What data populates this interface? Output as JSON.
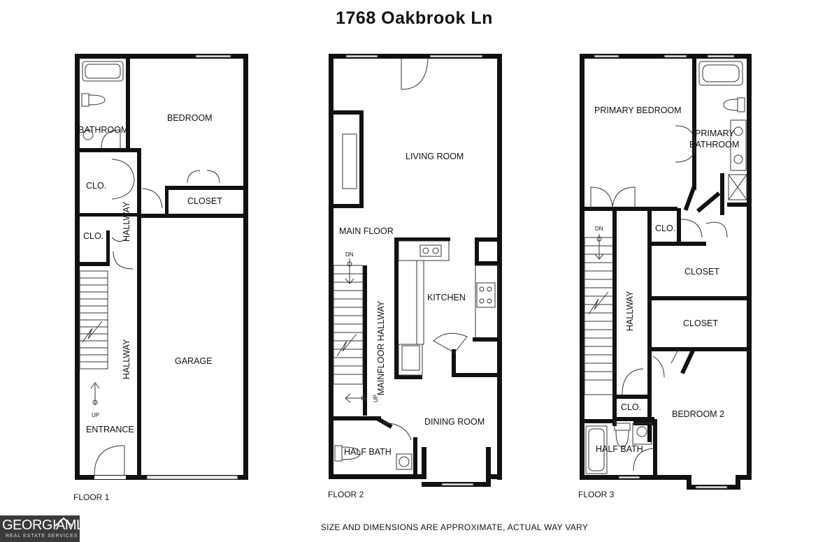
{
  "title": "1768 Oakbrook Ln",
  "floors": [
    {
      "label": "FLOOR 1",
      "rooms": {
        "bathroom": "BATHROOM",
        "bedroom": "BEDROOM",
        "closet_a": "CLO.",
        "closet_b": "CLO.",
        "closet_c": "CLOSET",
        "hallway_top": "HALLWAY",
        "hallway_main": "HALLWAY",
        "garage": "GARAGE",
        "entrance": "ENTRANCE"
      },
      "stair_note": "UP"
    },
    {
      "label": "FLOOR 2",
      "rooms": {
        "living": "LIVING ROOM",
        "main_floor": "MAIN FLOOR",
        "kitchen": "KITCHEN",
        "hallway": "MAINFLOOR HALLWAY",
        "dining": "DINING ROOM",
        "half_bath": "HALF BATH"
      },
      "stair_note_dn": "DN",
      "stair_note_up": "UP"
    },
    {
      "label": "FLOOR 3",
      "rooms": {
        "primary_bedroom": "PRIMARY BEDROOM",
        "primary_bath_1": "PRIMARY",
        "primary_bath_2": "BATHROOM",
        "closet_a": "CLO.",
        "closet_b": "CLOSET",
        "closet_c": "CLOSET",
        "hallway": "HALLWAY",
        "closet_d": "CLO.",
        "bedroom2": "BEDROOM 2",
        "half_bath": "HALF BATH"
      },
      "stair_note": "DN"
    }
  ],
  "footer": "SIZE AND DIMENSIONS ARE APPROXIMATE, ACTUAL WAY VARY",
  "logo": {
    "text": "GEORGIAMLS",
    "subtext": "REAL ESTATE SERVICES"
  }
}
